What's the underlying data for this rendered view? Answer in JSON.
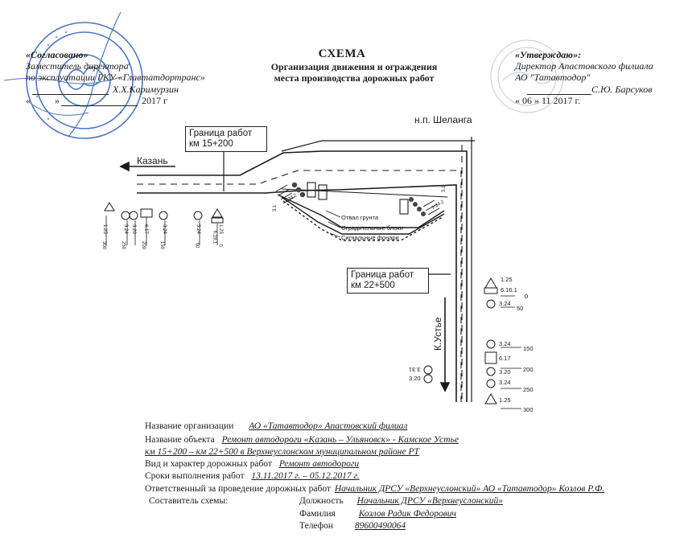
{
  "header": {
    "left": {
      "agreed": "«Согласовано»",
      "position_line1": "Заместитель директора",
      "position_line2": "по эксплуатации  ГКУ «Главтатдортранс»",
      "signer": "Х.Х.Каримурзин",
      "date_quote_open": "«",
      "date_quote_close": "»",
      "date_year": "2017 г"
    },
    "center": {
      "title": "СХЕМА",
      "subtitle_line1": "Организация движения и ограждения",
      "subtitle_line2": "места производства дорожных работ"
    },
    "right": {
      "approved": "«Утверждаю»:",
      "position_line1": "Директор Апастовского филиала",
      "position_line2": "АО  \"Татавтодор\"",
      "signer": "С.Ю. Барсуков",
      "date": "«   06   »          11              2017 г."
    }
  },
  "scheme": {
    "settlement": "н.п. Шеланга",
    "direction_kazan": "Казань",
    "direction_k_uste": "К.Устье",
    "boundary_start": {
      "line1": "Граница работ",
      "line2": "км 15+200"
    },
    "boundary_end": {
      "line1": "Граница работ",
      "line2": "км 22+500"
    },
    "legend": {
      "dump": "Отвал грунта",
      "barriers": "Оградительные блоки",
      "lights": "Сигнальные фонари"
    },
    "top_signs": {
      "s1_code": "1.25",
      "s1_dist": "300",
      "s2_code": "3.24",
      "s2_dist": "250",
      "s3_code": "3.20",
      "s3_dist": "",
      "s4_code": "6.17",
      "s4_dist": "200",
      "s5_code": "3.24",
      "s5_dist": "150",
      "s6_code": "3.24",
      "s6_dist": "50",
      "s7_code": "1.25",
      "s7_code2": "6.18.1",
      "s7_dist": "0"
    },
    "work_zone_codes": {
      "left_a": "1.34.2",
      "left_b": "3.1",
      "right_a": "3.1",
      "right_b": "1.34.2"
    },
    "right_signs": [
      {
        "code": "1.25",
        "code2": "6.16.1",
        "dist": "0"
      },
      {
        "code": "3.24",
        "dist": "50"
      },
      {
        "code": "3.24",
        "dist": "150"
      },
      {
        "code": "6.17",
        "dist": "200"
      },
      {
        "code": "3.20",
        "dist": ""
      },
      {
        "code": "3.24",
        "dist": "250"
      },
      {
        "code": "1.25",
        "dist": "300"
      }
    ],
    "left_lower_codes": {
      "a": "3.31",
      "b": "3.20"
    }
  },
  "footer": {
    "org_label": "Название организации",
    "org_value": "АО «Татавтодор» Апастовский филиал",
    "object_label": "Название объекта",
    "object_value_1": "Ремонт автодороги  «Казань – Ульяновск» - Камское Устье",
    "object_value_2": " км 15+200 – км 22+500 в Верхнеуслонском  муниципальном районе РТ",
    "work_label": "Вид и характер дорожных работ",
    "work_value": "Ремонт автодороги",
    "period_label": "Сроки выполнения работ",
    "period_value": "13.11.2017 г. – 05.12.2017 г.",
    "responsible_label": "Ответственный за проведение дорожных работ",
    "responsible_value": "Начальник  ДРСУ «Верхнеуслонский» АО «Татавтодор»  Козлов Р.Ф.",
    "compiler_label": "Составитель схемы:",
    "position_label": "Должность",
    "position_value": "Начальник  ДРСУ «Верхнеуслонский»",
    "surname_label": "Фамилия",
    "surname_value": "Козлов Радик Федорович",
    "phone_label": "Телефон",
    "phone_value": "89600490064"
  },
  "colors": {
    "stamp": "#2f5fb8",
    "ink": "#1a1a1a"
  }
}
